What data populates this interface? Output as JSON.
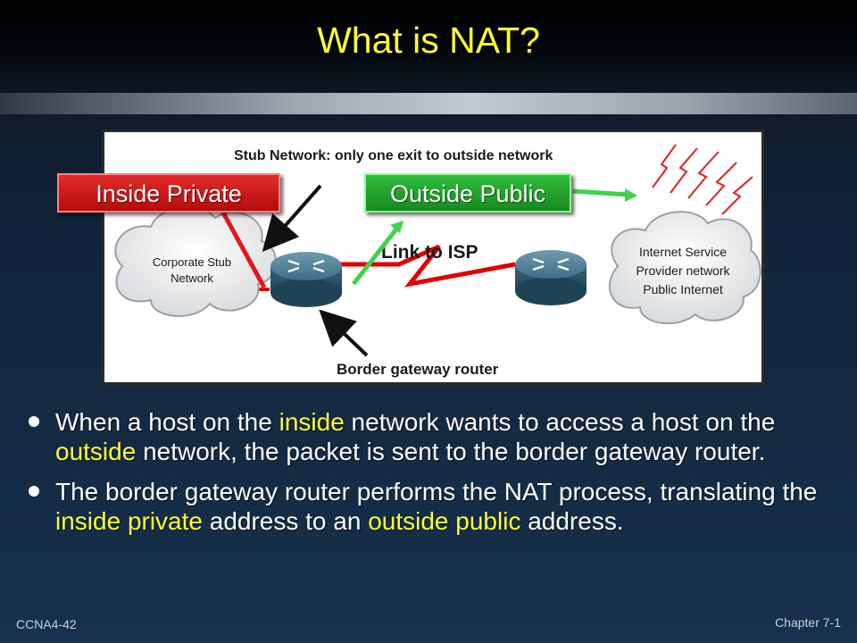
{
  "slide": {
    "title": "What is NAT?",
    "footer_left": "CCNA4-42",
    "footer_right": "Chapter 7-1"
  },
  "diagram": {
    "header": "Stub Network: only one exit to outside network",
    "corporate_cloud_lines": [
      "Corporate Stub",
      "Network"
    ],
    "isp_cloud_lines": [
      "Internet Service",
      "Provider network",
      "Public Internet"
    ],
    "link_label": "Link to ISP",
    "router_label": "Border gateway router"
  },
  "callouts": {
    "inside": "Inside Private",
    "outside": "Outside Public"
  },
  "bullets": [
    {
      "parts": [
        {
          "text": "When a host on the ",
          "hl": false
        },
        {
          "text": "inside",
          "hl": true
        },
        {
          "text": " network wants to access a host on the ",
          "hl": false
        },
        {
          "text": "outside",
          "hl": true
        },
        {
          "text": " network, the packet is sent to the border gateway router.",
          "hl": false
        }
      ]
    },
    {
      "parts": [
        {
          "text": "The border gateway router performs the NAT process, translating the ",
          "hl": false
        },
        {
          "text": "inside private",
          "hl": true
        },
        {
          "text": " address to an ",
          "hl": false
        },
        {
          "text": "outside public",
          "hl": true
        },
        {
          "text": " address.",
          "hl": false
        }
      ]
    }
  ],
  "colors": {
    "title": "#ffff33",
    "highlight": "#ffff33",
    "inside_callout": "#c81818",
    "outside_callout": "#22a52e",
    "wan_link": "#e00000"
  }
}
